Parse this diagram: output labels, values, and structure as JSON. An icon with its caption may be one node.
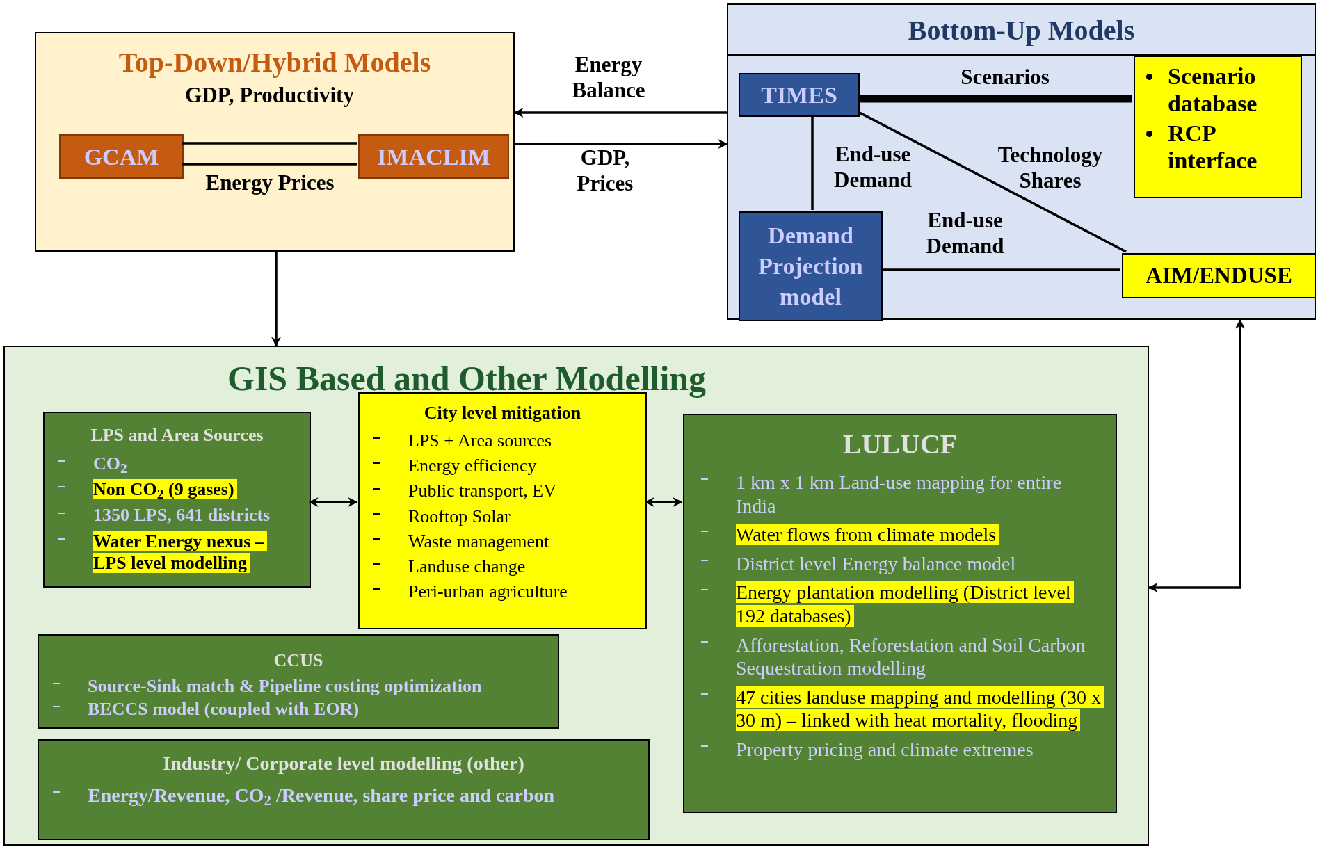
{
  "diagram": {
    "nodes": [
      {
        "text": [
          "Top-Down/Hybrid Models"
        ]
      },
      {
        "text": [
          "GCAM"
        ],
        "in": 0
      },
      {
        "text": [
          "IMACLIM"
        ],
        "in": 0
      },
      {
        "text": [
          "Bottom-Up Models"
        ]
      },
      {
        "text": [
          "TIMES"
        ],
        "in": 3
      },
      {
        "text": [
          "Scenario database",
          "RCP interface"
        ],
        "in": 3
      },
      {
        "text": [
          "Demand Projection model"
        ],
        "in": 3
      },
      {
        "text": [
          "AIM/ENDUSE"
        ],
        "in": 3
      },
      {
        "text": [
          "GIS Based and Other Modelling"
        ]
      },
      {
        "text": [
          "LPS and Area Sources",
          "CO$_{2}$",
          "Non CO$_{2}$ (9 gases)",
          "1350 LPS, 641 districts",
          "Water Energy nexus – LPS level modelling"
        ],
        "in": 8
      },
      {
        "text": [
          "City level mitigation",
          "LPS + Area sources",
          "Energy efficiency",
          "Public transport, EV",
          "Rooftop Solar",
          "Waste management",
          "Landuse change",
          "Peri-urban agriculture"
        ],
        "in": 8
      },
      {
        "text": [
          "LULUCF",
          "1 km x 1 km Land-use mapping for entire India",
          "Water flows from climate models",
          "District level Energy balance model",
          "Energy plantation modelling (District level 192 databases)",
          "Afforestation, Reforestation and Soil Carbon Sequestration modelling",
          "47 cities landuse mapping and modelling (30 x 30 m) – linked with heat mortality, flooding",
          "Property pricing and climate extremes"
        ],
        "in": 8
      },
      {
        "text": [
          "CCUS",
          "Source-Sink match & Pipeline costing optimization",
          "BECCS model (coupled with EOR)"
        ],
        "in": 8
      },
      {
        "text": [
          "Industry/ Corporate level modelling (other)",
          "Energy/Revenue, CO$_{2}$ /Revenue, share price and carbon"
        ],
        "in": 8
      }
    ],
    "edges": [
      {
        "from": 1,
        "to": 2,
        "arrow": "none",
        "label": "GDP, Productivity"
      },
      {
        "from": 1,
        "to": 2,
        "arrow": "none",
        "label": "Energy Prices"
      },
      {
        "from": 3,
        "to": 0,
        "arrow": "to",
        "label": "Energy Balance"
      },
      {
        "from": 0,
        "to": 3,
        "arrow": "to",
        "label": "GDP, Prices"
      },
      {
        "from": 0,
        "to": 8,
        "arrow": "to"
      },
      {
        "from": 4,
        "to": 5,
        "arrow": "none",
        "label": "Scenarios",
        "style": "thick"
      },
      {
        "from": 4,
        "to": 6,
        "arrow": "none",
        "label": "End-use Demand"
      },
      {
        "from": 4,
        "to": 7,
        "arrow": "none",
        "label": "Technology Shares"
      },
      {
        "from": 6,
        "to": 7,
        "arrow": "none",
        "label": "End-use Demand"
      },
      {
        "from": 9,
        "to": 10,
        "arrow": "both"
      },
      {
        "from": 10,
        "to": 11,
        "arrow": "both"
      },
      {
        "from": 3,
        "to": 8,
        "arrow": "both"
      }
    ]
  }
}
